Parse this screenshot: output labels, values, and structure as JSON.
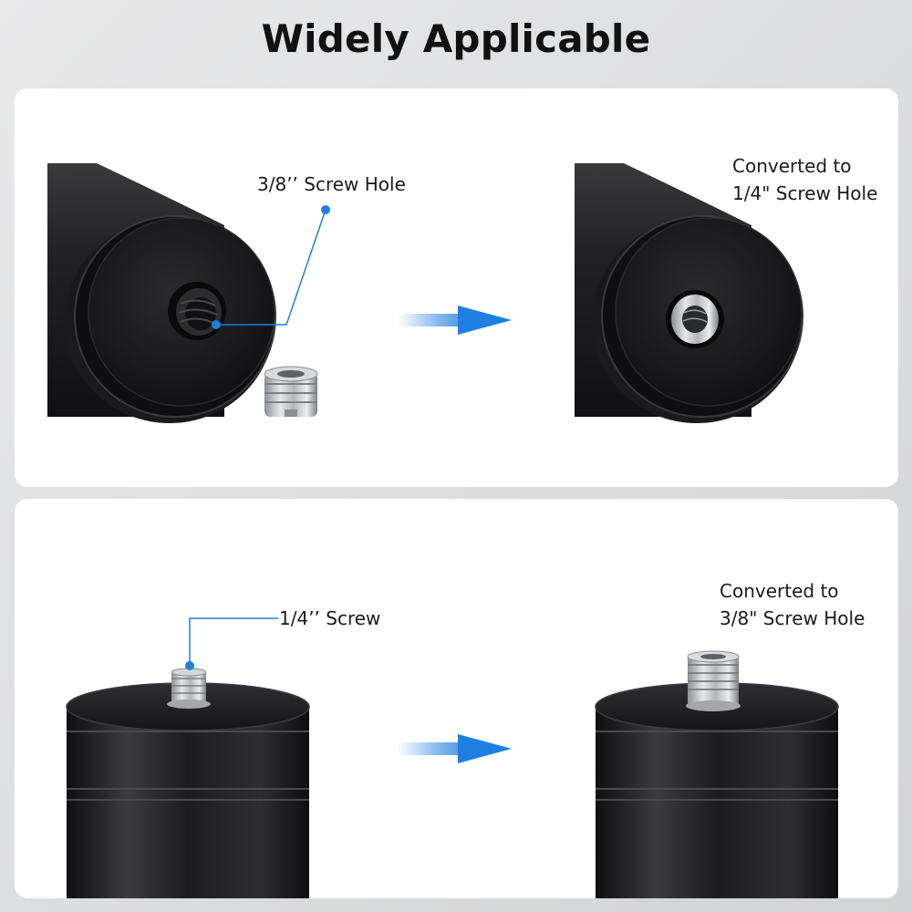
{
  "title": "Widely Applicable",
  "top_panel": {
    "callout_label": "3/8’’ Screw Hole",
    "result_line1": "Converted to",
    "result_line2": "1/4\" Screw Hole"
  },
  "bottom_panel": {
    "callout_label": "1/4’’ Screw",
    "result_line1": "Converted to",
    "result_line2": "3/8\" Screw Hole"
  },
  "colors": {
    "accent_blue": "#1f7fe0",
    "body_black": "#1c1c1e",
    "steel": "#c9cbce"
  }
}
